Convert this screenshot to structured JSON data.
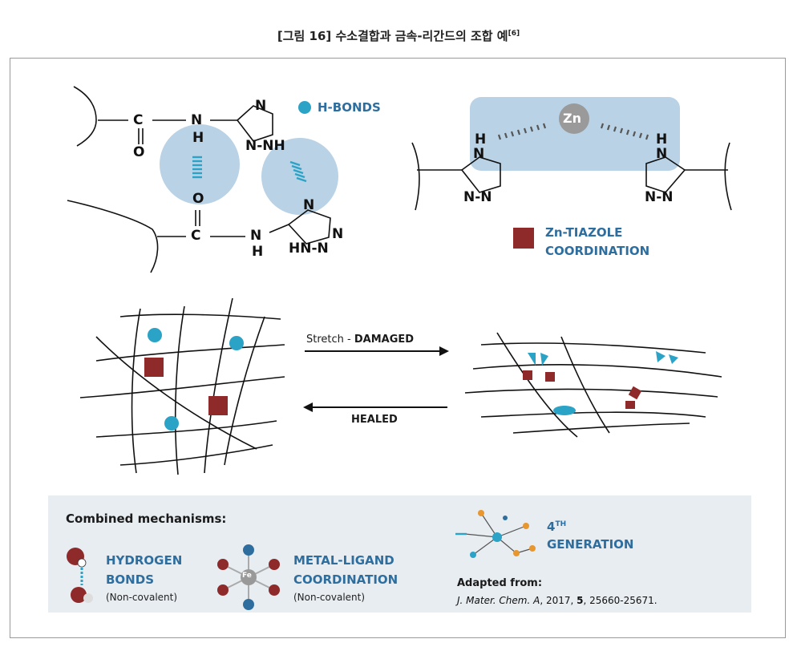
{
  "caption": {
    "text": "[그림 16] 수소결합과 금속-리간드의 조합 예",
    "ref": "[6]"
  },
  "chem": {
    "c1": "C",
    "o1": "O",
    "n1": "N",
    "h1": "H",
    "triazole1_n": "N",
    "triazole1_nn": "N-NH",
    "o2": "O",
    "c2": "C",
    "n2": "N",
    "h2": "H",
    "triazole2_n": "N",
    "triazole2_nn": "HN-N",
    "triazole2_n2": "N",
    "zn": "Zn",
    "right_h1": "H",
    "right_n1": "N",
    "right_nn1": "N-N",
    "right_h2": "H",
    "right_n2": "N",
    "right_nn2": "N-N"
  },
  "legend": {
    "hbonds": "H-BONDS",
    "zn_line1": "Zn-TIAZOLE",
    "zn_line2": "COORDINATION"
  },
  "process": {
    "stretch_prefix": "Stretch - ",
    "stretch_bold": "DAMAGED",
    "healed": "HEALED"
  },
  "panel": {
    "title": "Combined mechanisms:",
    "hydrogen_line1": "HYDROGEN",
    "hydrogen_line2": "BONDS",
    "hydrogen_note": "(Non-covalent)",
    "metal_line1": "METAL-LIGAND",
    "metal_line2": "COORDINATION",
    "metal_note": "(Non-covalent)",
    "fe_label": "Fe",
    "gen_sup": "TH",
    "gen_num": "4",
    "gen_label": "GENERATION",
    "adapted": "Adapted from:",
    "ref_journal": "J. Mater. Chem. A",
    "ref_year": ", 2017, ",
    "ref_vol": "5",
    "ref_pages": ", 25660-25671."
  },
  "colors": {
    "teal": "#2aa3c7",
    "maroon": "#8e2a2a",
    "blue_text": "#2e6e9e",
    "bubble": "#b9d2e6",
    "panel": "#e8edf2"
  }
}
